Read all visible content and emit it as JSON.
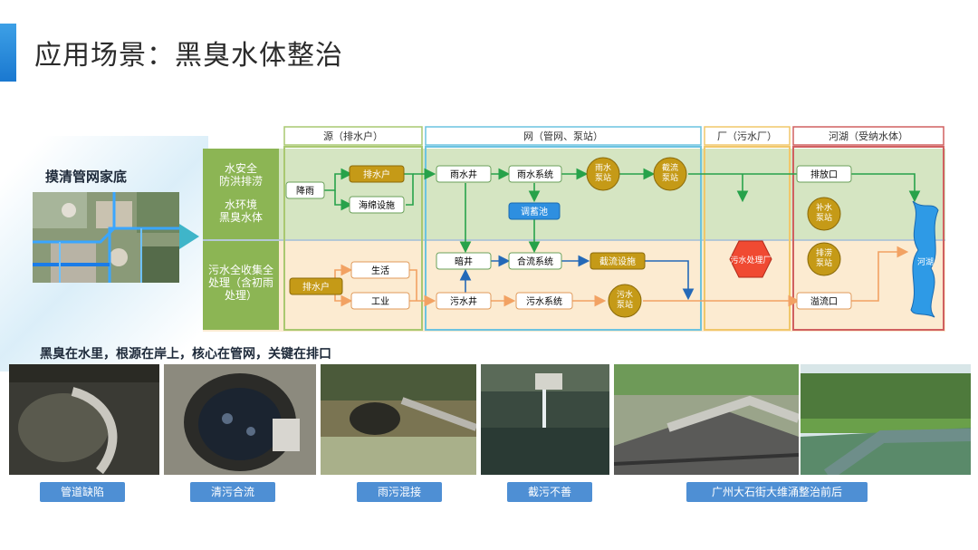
{
  "page": {
    "title": "应用场景：黑臭水体整治"
  },
  "left": {
    "label": "摸清管网家底"
  },
  "subtitle": "黑臭在水里，根源在岸上，核心在管网，关键在排口",
  "diagram": {
    "headers": [
      "源（排水户）",
      "网（管网、泵站）",
      "厂（污水厂）",
      "河湖（受纳水体）"
    ],
    "rows": {
      "top": {
        "label1": "水安全",
        "label2": "防洪排涝",
        "label3": "水环境",
        "label4": "黑臭水体"
      },
      "bottom": {
        "label1": "污水全收集全",
        "label2": "处理（含初雨",
        "label3": "处理）"
      }
    },
    "nodes": {
      "rain": "降雨",
      "outlet_top": "排水户",
      "sponge": "海绵设施",
      "rain_well": "雨水井",
      "rain_system": "雨水系统",
      "rain_pump": "雨水泵站",
      "storage": "调蓄池",
      "flood_pump": "截流泵站",
      "discharge": "排放口",
      "supplement": "补水泵站",
      "living": "生活",
      "industry": "工业",
      "outlet_bottom": "排水户",
      "dark_well": "暗井",
      "combined": "合流系统",
      "intercept": "截流设施",
      "sewage_well": "污水井",
      "sewage_system": "污水系统",
      "sewage_pump": "污水泵站",
      "plant": "污水处理厂",
      "drain_pump": "排涝泵站",
      "overflow": "溢流口",
      "river": "河湖"
    }
  },
  "photos": [
    {
      "caption": "管道缺陷"
    },
    {
      "caption": "清污合流"
    },
    {
      "caption": "雨污混接"
    },
    {
      "caption": "截污不善"
    },
    {
      "caption": "广州大石街大维涌整治前后"
    }
  ],
  "colors": {
    "accent": "#1a78d0",
    "caption_bg": "#4e8fd4",
    "green_band": "#d5e5c2",
    "orange_band": "#fcebd1",
    "row_label": "#8cb554"
  }
}
